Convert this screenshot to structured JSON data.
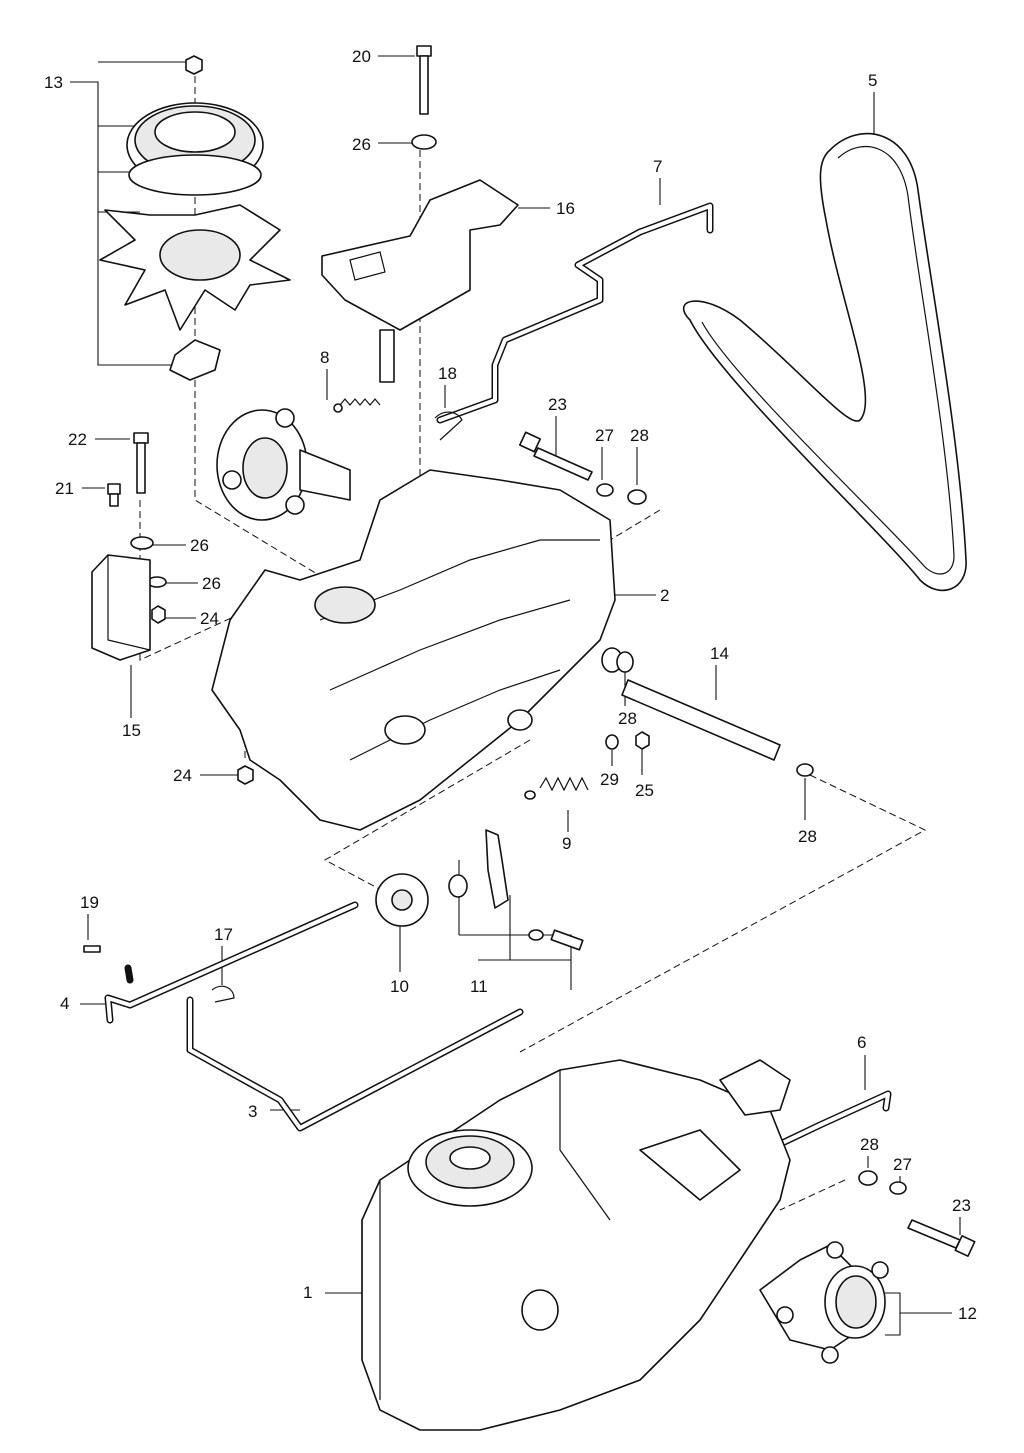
{
  "callouts": {
    "c1": "1",
    "c2": "2",
    "c3": "3",
    "c4": "4",
    "c5": "5",
    "c6": "6",
    "c7": "7",
    "c8": "8",
    "c9": "9",
    "c10": "10",
    "c11": "11",
    "c12": "12",
    "c13": "13",
    "c14": "14",
    "c15": "15",
    "c16": "16",
    "c17": "17",
    "c18": "18",
    "c19": "19",
    "c20": "20",
    "c21": "21",
    "c22": "22",
    "c23a": "23",
    "c23b": "23",
    "c24a": "24",
    "c24b": "24",
    "c25": "25",
    "c26a": "26",
    "c26b": "26",
    "c26c": "26",
    "c27a": "27",
    "c27b": "27",
    "c28a": "28",
    "c28b": "28",
    "c28c": "28",
    "c28d": "28",
    "c29": "29"
  }
}
